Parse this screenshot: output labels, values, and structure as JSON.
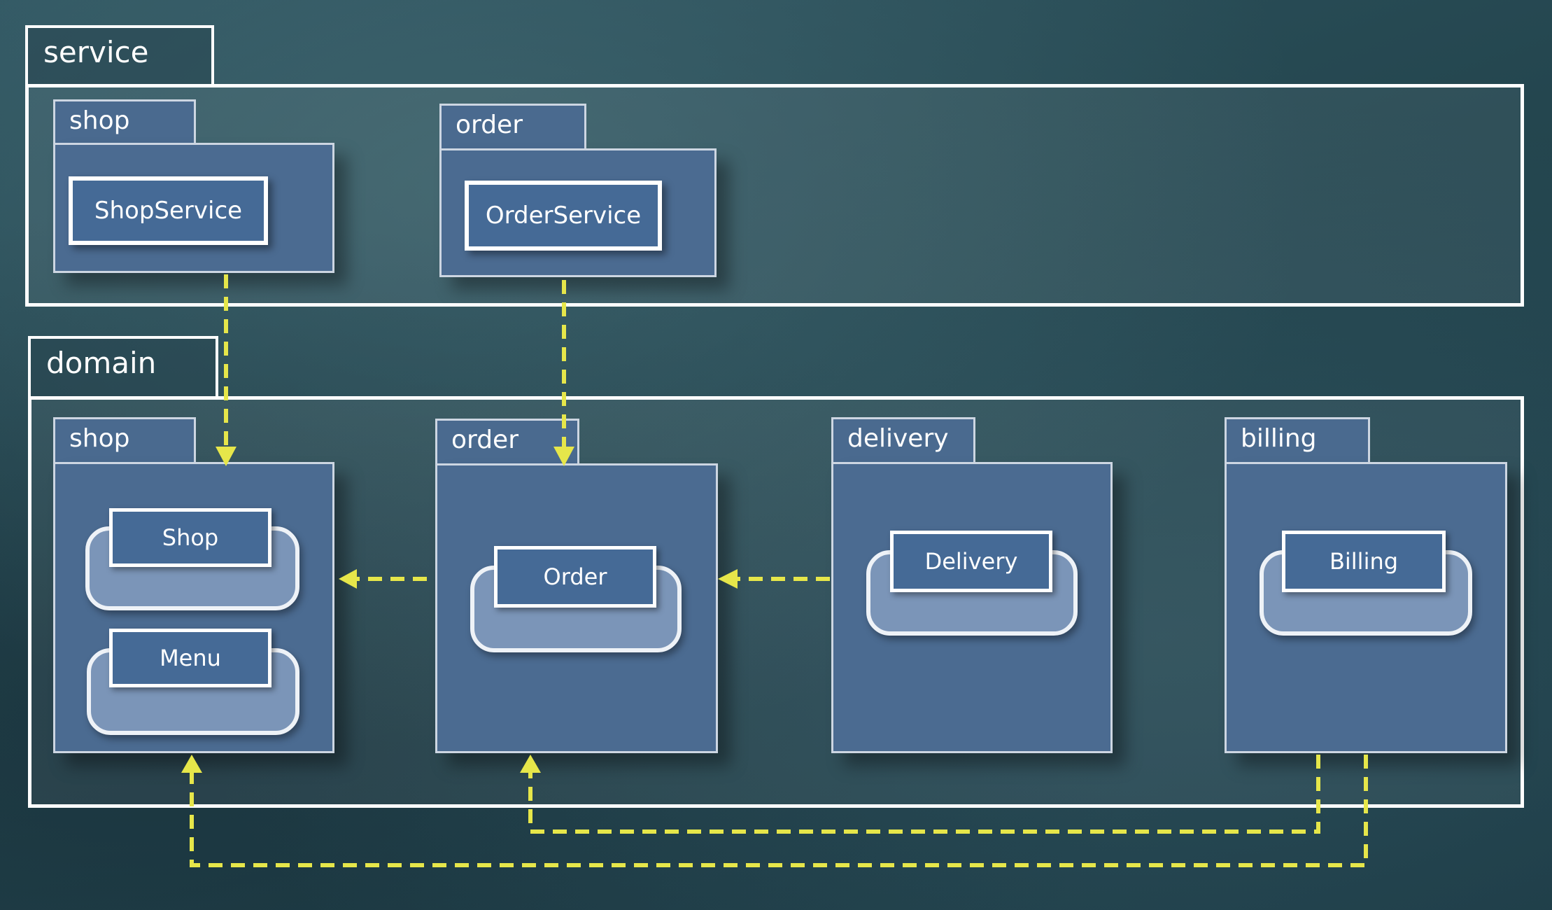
{
  "service": {
    "label": "service",
    "packages": {
      "shop": "shop",
      "order": "order"
    },
    "classes": {
      "shop_service": "ShopService",
      "order_service": "OrderService"
    }
  },
  "domain": {
    "label": "domain",
    "packages": {
      "shop": "shop",
      "order": "order",
      "delivery": "delivery",
      "billing": "billing"
    },
    "entities": {
      "shop": "Shop",
      "menu": "Menu",
      "order": "Order",
      "delivery": "Delivery",
      "billing": "Billing"
    }
  },
  "colors": {
    "arrow": "#e6e64a",
    "package": "#4b6b91",
    "border": "#ffffff"
  }
}
